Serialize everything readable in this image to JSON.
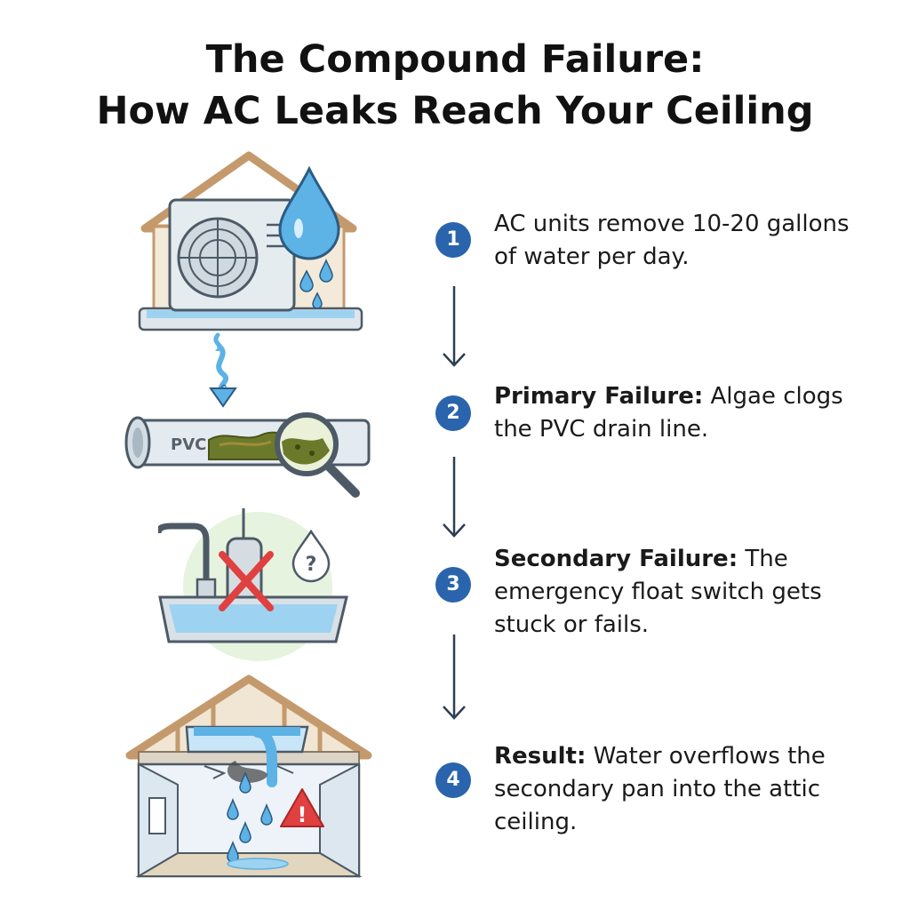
{
  "title": {
    "line1": "The Compound Failure:",
    "line2": "How AC Leaks Reach Your Ceiling"
  },
  "steps": [
    {
      "number": "1",
      "bold": "",
      "text": "AC units remove 10-20 gallons of water per day."
    },
    {
      "number": "2",
      "bold": "Primary Failure:",
      "text": " Algae clogs the PVC drain line."
    },
    {
      "number": "3",
      "bold": "Secondary Failure:",
      "text": " The emergency float switch gets stuck or fails."
    },
    {
      "number": "4",
      "bold": "Result:",
      "text": " Water overflows the secondary pan into the attic ceiling."
    }
  ],
  "illustrations": {
    "pipe_label": "PVC",
    "question_mark": "?",
    "warning_mark": "!"
  },
  "colors": {
    "accent": "#2a64ac",
    "arrow": "#2c3e55",
    "water": "#5db2e6",
    "wood": "#c49a6c",
    "algae": "#6b7a2a",
    "error": "#e04040"
  }
}
